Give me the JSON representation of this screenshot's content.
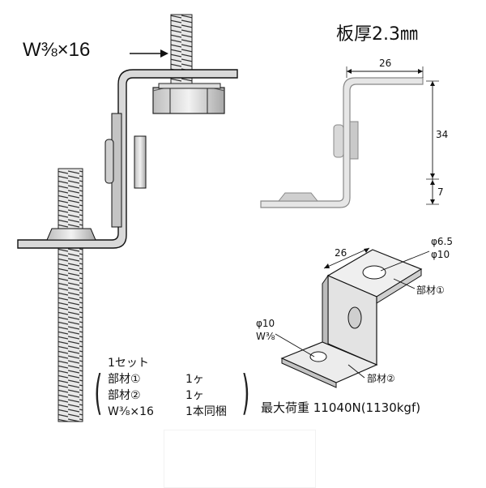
{
  "bolt_label": "W⅜×16",
  "plate_thickness": "板厚2.3㎜",
  "dims_side": {
    "width": "26",
    "height_upper": "34",
    "height_lower": "7"
  },
  "dims_3d": {
    "width": "26",
    "hole_top": "φ6.5\nφ10",
    "hole_top_1": "φ6.5",
    "hole_top_2": "φ10",
    "part1": "部材①",
    "part2": "部材②",
    "hole_side_1": "φ10",
    "hole_side_2": "W⅜"
  },
  "set_contents": {
    "title": "1セット",
    "rows": [
      {
        "name": "部材①",
        "qty": "1ヶ"
      },
      {
        "name": "部材②",
        "qty": "1ヶ"
      },
      {
        "name": "W⅜×16",
        "qty": "1本同梱"
      }
    ]
  },
  "max_load": "最大荷重 11040N(1130kgf)",
  "colors": {
    "metal": "#d9d9d9",
    "metal_dark": "#9a9a9a",
    "line": "#111111"
  }
}
